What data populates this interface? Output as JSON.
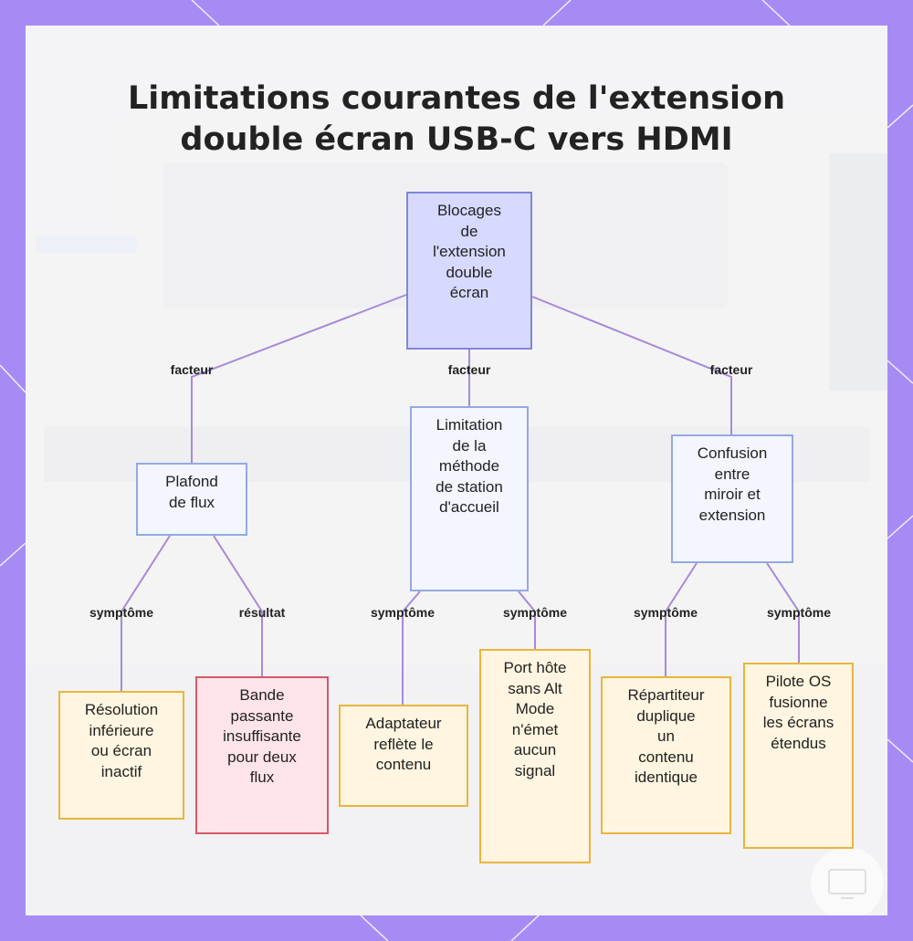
{
  "title": [
    "Limitations courantes de l'extension",
    "double écran USB-C vers HDMI"
  ],
  "nodes": {
    "root": [
      "Blocages",
      "de",
      "l'extension",
      "double",
      "écran"
    ],
    "flow_cap": [
      "Plafond",
      "de flux"
    ],
    "dock_limit": [
      "Limitation",
      "de la",
      "méthode",
      "de station",
      "d'accueil"
    ],
    "mirror_confusion": [
      "Confusion",
      "entre",
      "miroir et",
      "extension"
    ],
    "low_res": [
      "Résolution",
      "inférieure",
      "ou écran",
      "inactif"
    ],
    "bandwidth": [
      "Bande",
      "passante",
      "insuffisante",
      "pour deux",
      "flux"
    ],
    "adapter_mirror": [
      "Adaptateur",
      "reflète le",
      "contenu"
    ],
    "host_port": [
      "Port hôte",
      "sans Alt",
      "Mode",
      "n'émet",
      "aucun",
      "signal"
    ],
    "splitter": [
      "Répartiteur",
      "duplique",
      "un",
      "contenu",
      "identique"
    ],
    "os_driver": [
      "Pilote OS",
      "fusionne",
      "les écrans",
      "étendus"
    ]
  },
  "edge_labels": {
    "factor_1": "facteur",
    "factor_2": "facteur",
    "factor_3": "facteur",
    "symptom_1": "symptôme",
    "result_1": "résultat",
    "symptom_2": "symptôme",
    "symptom_3": "symptôme",
    "symptom_4": "symptôme",
    "symptom_5": "symptôme"
  },
  "colors": {
    "frame": "#a78bf5",
    "edge": "#a68ad9",
    "root_fill": "#d7d9ff",
    "root_border": "#7f86db",
    "level2_fill": "#f3f5ff",
    "level2_border": "#94a9e2",
    "symptom_fill": "#fff5e0",
    "symptom_border": "#e9b53c",
    "result_fill": "#ffe5ea",
    "result_border": "#d7576a"
  }
}
